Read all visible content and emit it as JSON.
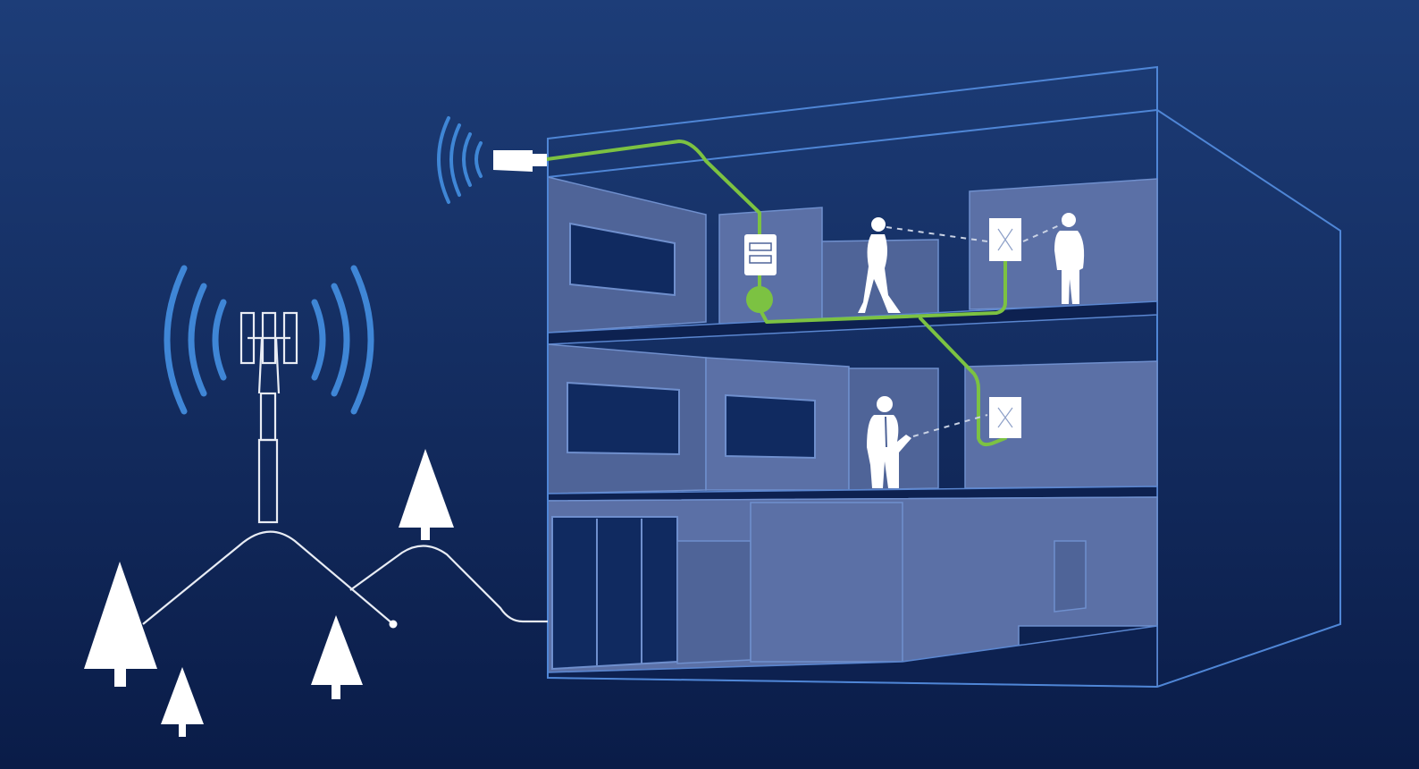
{
  "colors": {
    "background_top": "#1d3d78",
    "background_bottom": "#0a1c48",
    "building_outline": "#4f86d6",
    "cable": "#7cc242",
    "signal_waves": "#3f86d6",
    "figures": "#ffffff"
  },
  "scene": {
    "components": [
      "cell-tower",
      "outdoor-antenna",
      "booster-unit",
      "cable-splitter",
      "indoor-antenna-upper",
      "indoor-antenna-lower"
    ],
    "people": [
      "woman-on-phone",
      "man-on-phone",
      "businessman-on-phone"
    ],
    "icons": [
      "signal-wave-icon",
      "tree-icon",
      "tower-icon",
      "antenna-icon",
      "booster-icon",
      "person-icon"
    ]
  }
}
